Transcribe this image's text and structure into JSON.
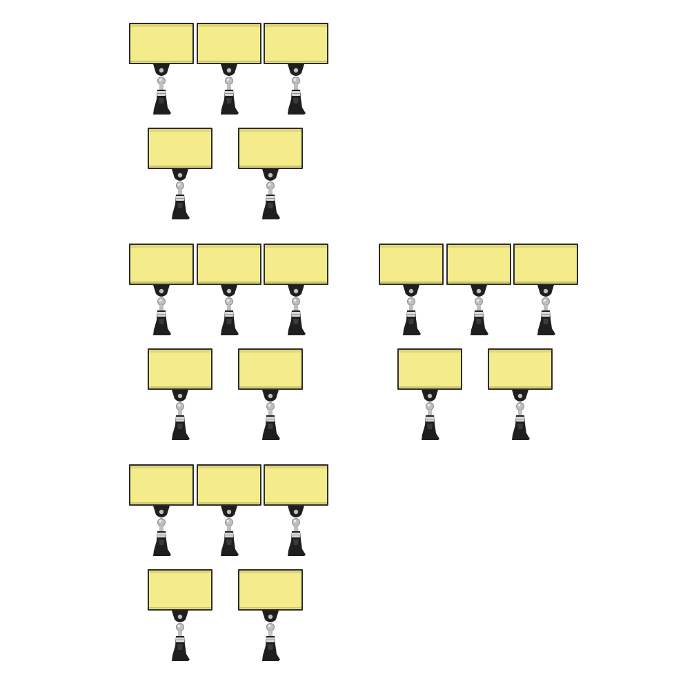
{
  "scene": {
    "subject": "price-tag-holder-clips",
    "background_color": "#ffffff",
    "card_color": "#f4ec8a",
    "card_edge_color": "#cfc56a",
    "frame_color": "#2b2b2b",
    "clip_color": "#1f1f1f",
    "metal_color": "#bfbfbf",
    "groups": [
      {
        "id": "top-left",
        "rows": [
          3,
          2
        ]
      },
      {
        "id": "middle-left",
        "rows": [
          3,
          2
        ]
      },
      {
        "id": "middle-right",
        "rows": [
          3,
          2
        ]
      },
      {
        "id": "bottom-left",
        "rows": [
          3,
          2
        ]
      }
    ]
  }
}
